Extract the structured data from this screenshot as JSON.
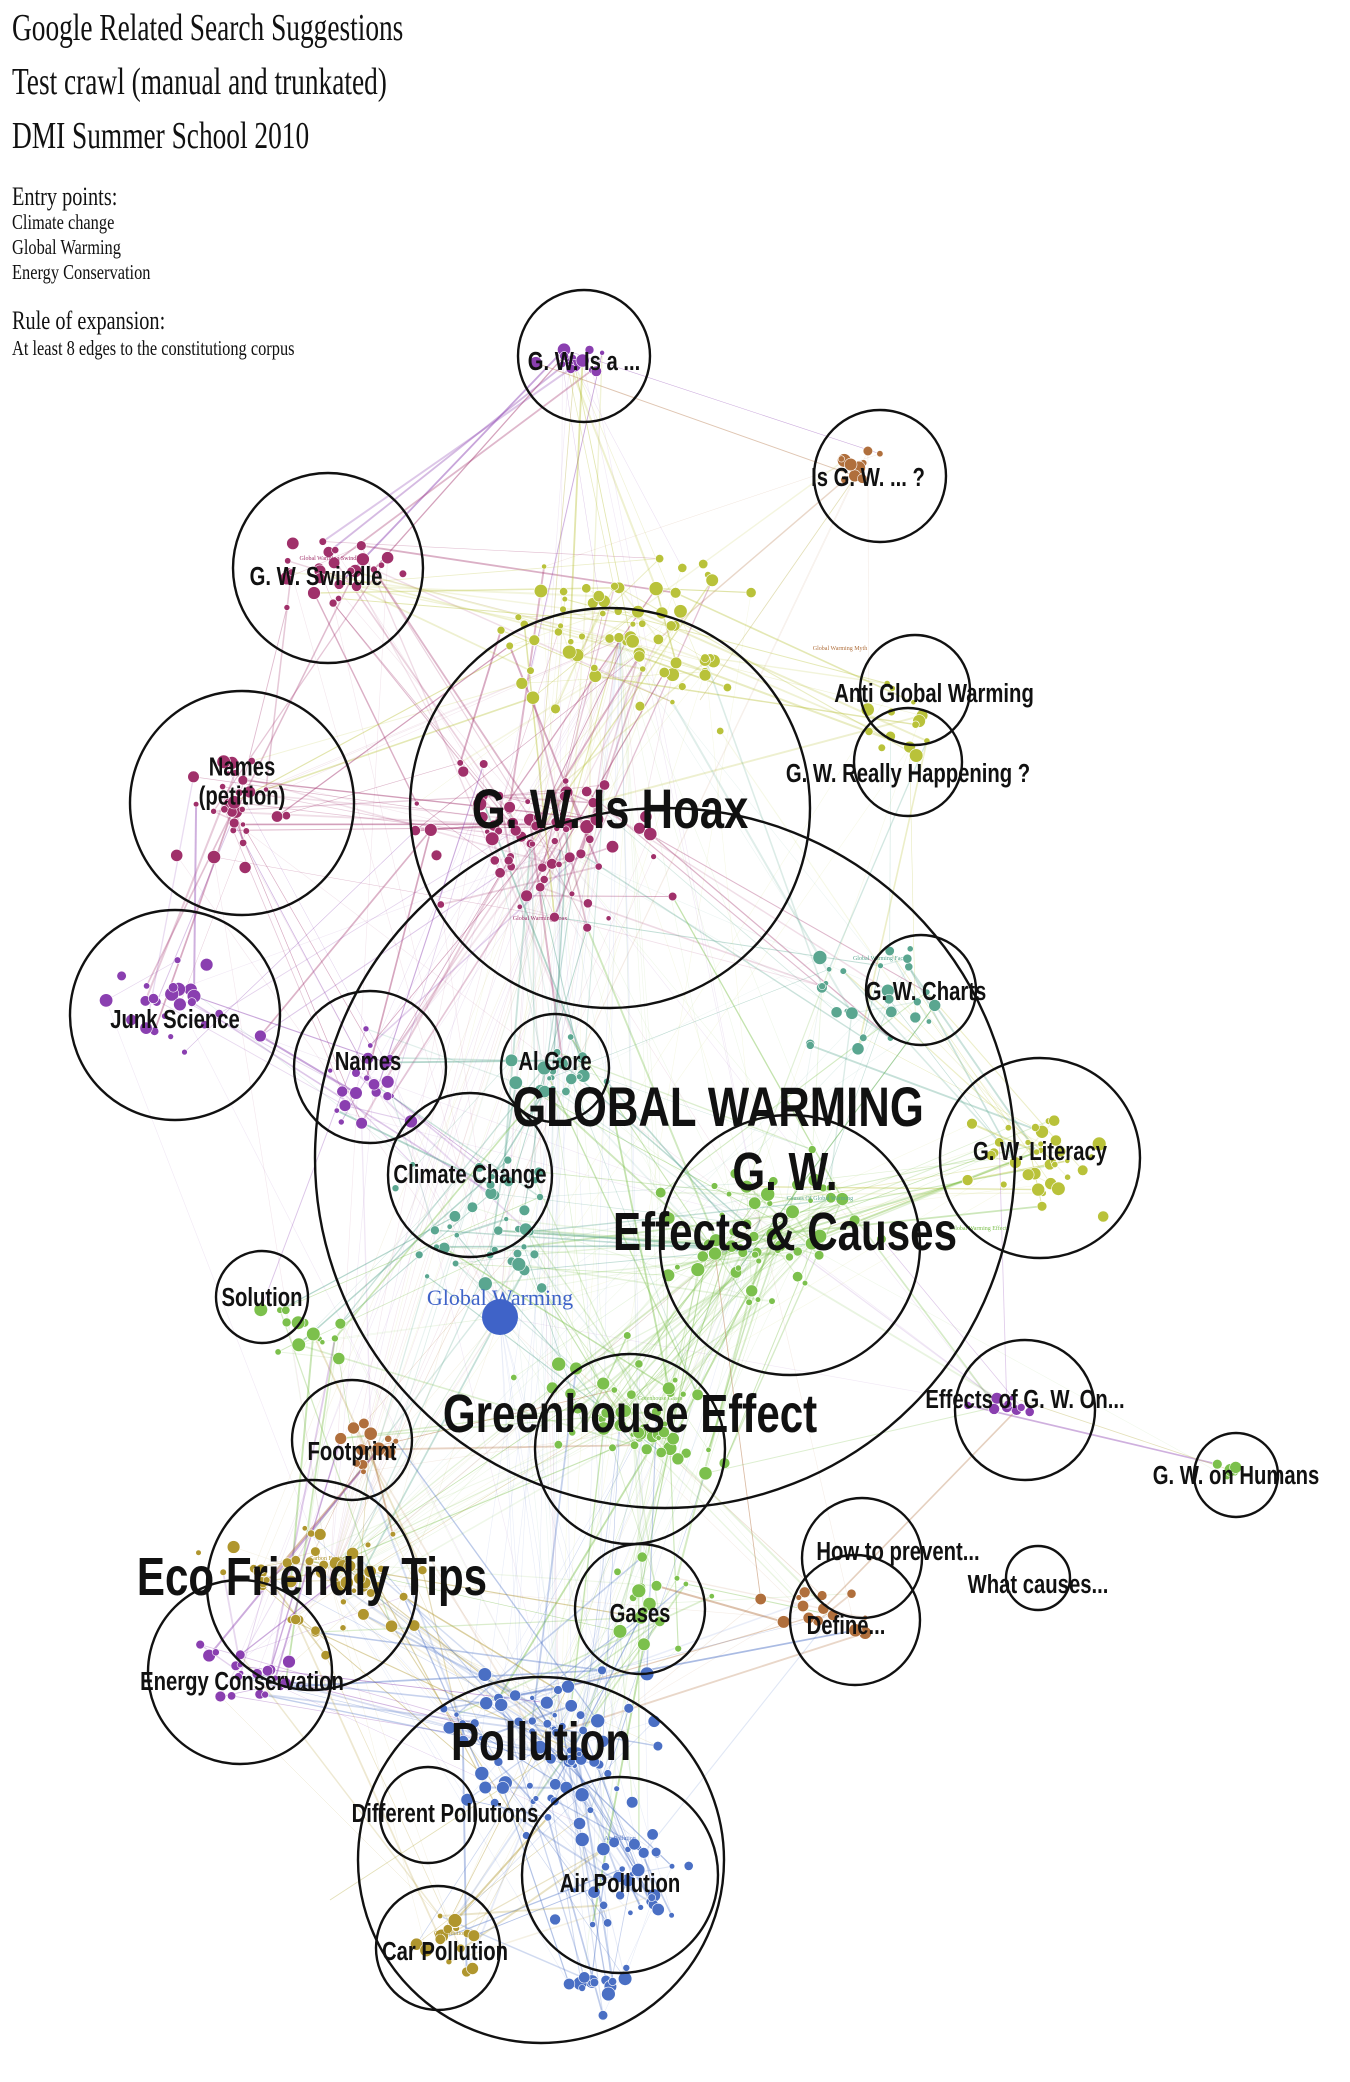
{
  "header": {
    "title_lines": [
      "Google Related Search Suggestions",
      "Test crawl (manual and trunkated)",
      "DMI Summer School 2010"
    ],
    "entry_points_label": "Entry points:",
    "entry_points": [
      "Climate change",
      "Global Warming",
      "Energy Conservation"
    ],
    "rule_label": "Rule of expansion:",
    "rule_text": "At least 8 edges to the constitutiong corpus"
  },
  "cluster_labels": [
    "G. W. Is a ...",
    "Is G. W. ... ?",
    "G. W. Swindle",
    "Anti Global Warming",
    "Names (petition)",
    "G. W. Really Happening ?",
    "G. W. Is Hoax",
    "G. W. Charts",
    "Junk Science",
    "Names",
    "Al Gore",
    "GLOBAL WARMING",
    "G. W. Literacy",
    "Climate Change",
    "G. W. Effects & Causes",
    "Solution",
    "Effects of G. W. On...",
    "Greenhouse Effect",
    "G. W. on Humans",
    "Footprint",
    "How to prevent...",
    "What causes...",
    "Eco Friendly Tips",
    "Gases",
    "Define...",
    "Energy Conservation",
    "Pollution",
    "Different Pollutions",
    "Air Pollution",
    "Car Pollution"
  ],
  "central_node_label": "Global Warming",
  "node_labels": [
    "Global Warming Hoax",
    "Global Warming Swindle",
    "Global Warming Facts",
    "Global Warming Effects",
    "Causes Of Global Warming",
    "Greenhouse Gases",
    "Air Pollution",
    "Car Pollution",
    "Global Warming Myth",
    "Carbon Footprint"
  ],
  "colors": {
    "magenta": "#a0306a",
    "yellow_green": "#b9c23a",
    "green": "#7cc04c",
    "teal": "#5aa690",
    "blue": "#4a6fc4",
    "purple": "#8a3fb0",
    "olive": "#b0962e",
    "brown": "#b06f3c",
    "central": "#3f63c8"
  }
}
